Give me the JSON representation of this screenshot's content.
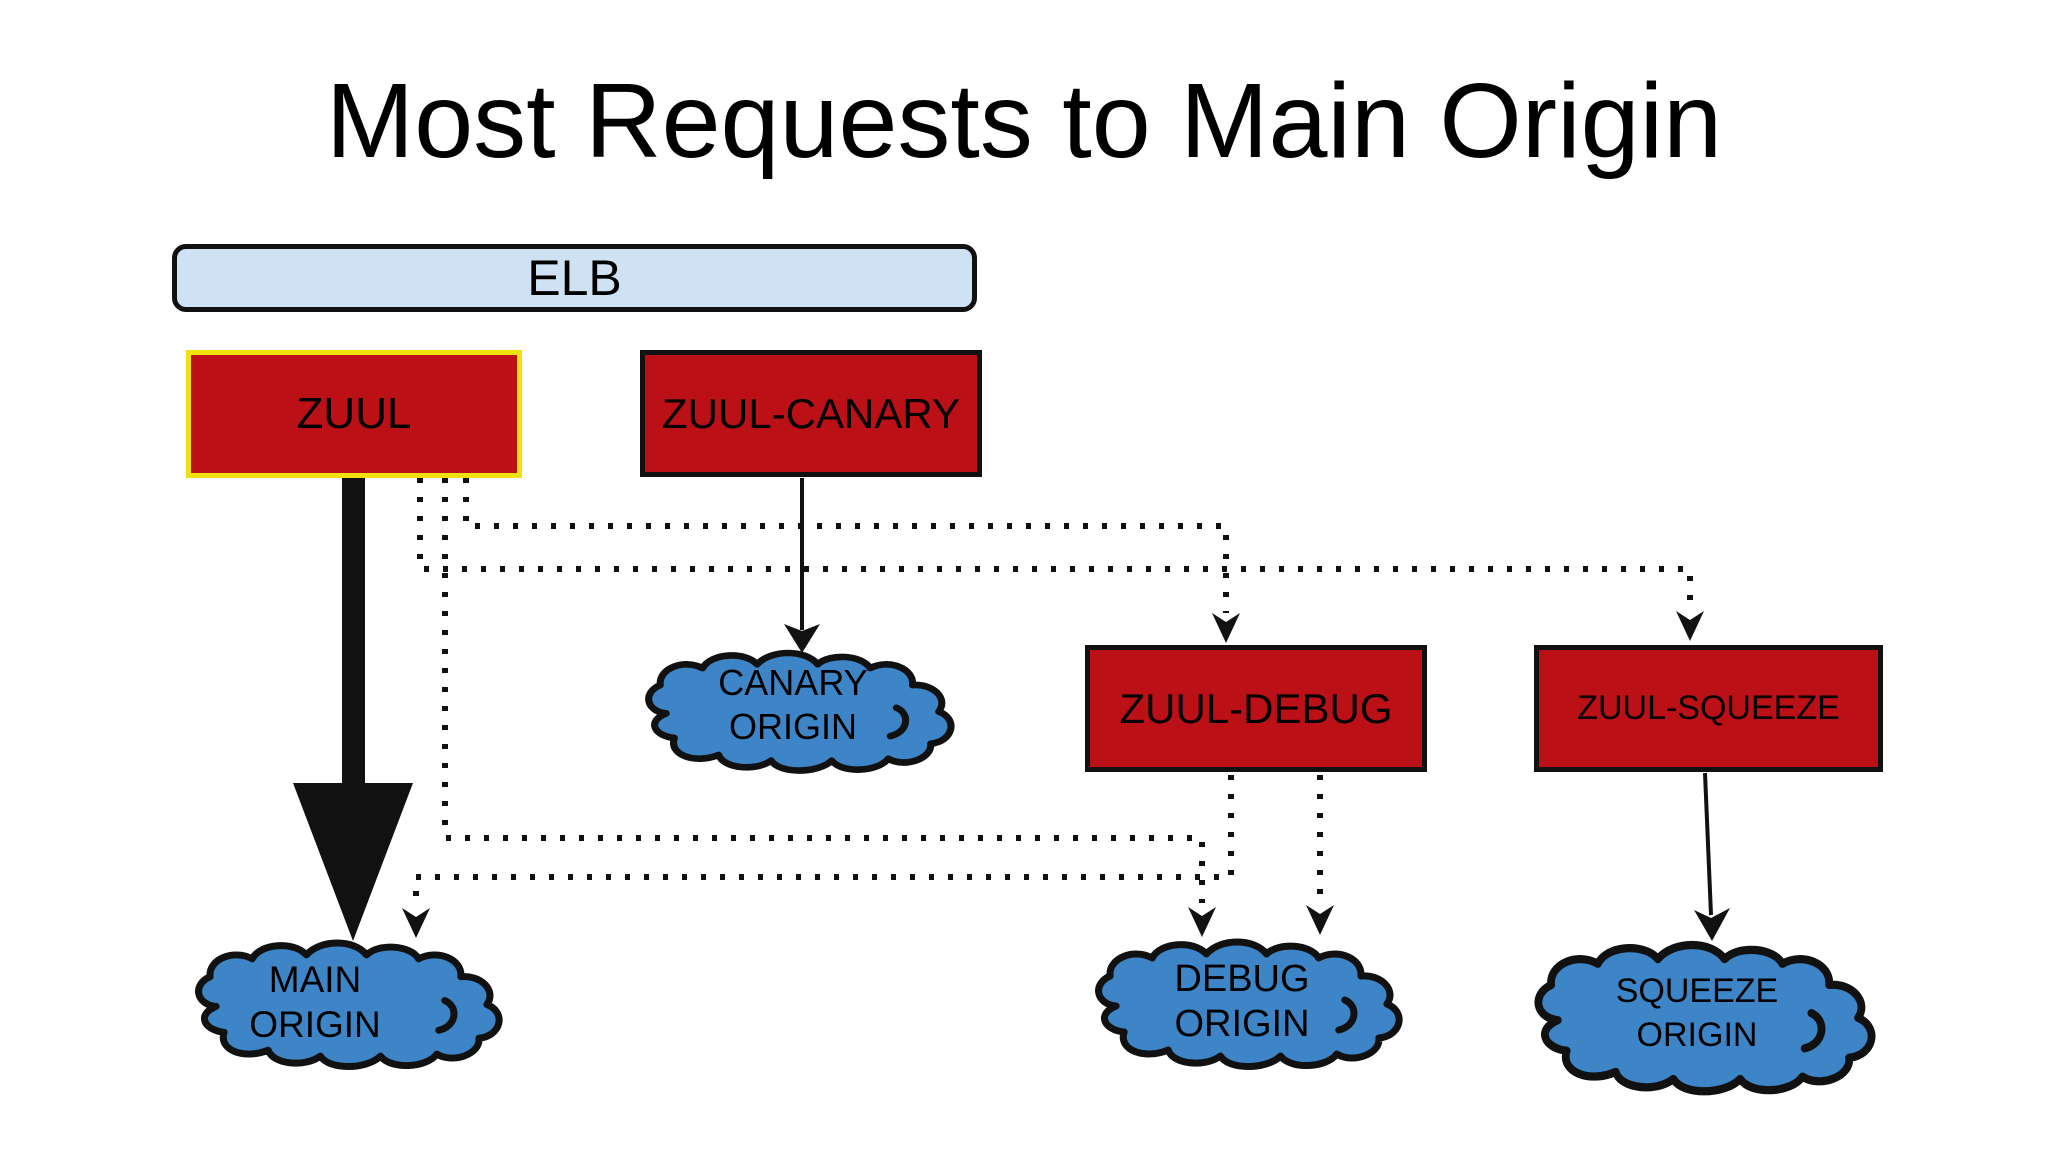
{
  "title": "Most Requests to Main Origin",
  "colors": {
    "box_red": "#bb1016",
    "highlight_yellow": "#f0e20e",
    "elb_fill": "#cfe2f3",
    "cloud_blue": "#3d85c6",
    "outline": "#111111",
    "background": "#ffffff"
  },
  "nodes": {
    "elb": {
      "label": "ELB"
    },
    "zuul": {
      "label": "ZUUL",
      "highlighted": true
    },
    "zuul_canary": {
      "label": "ZUUL-CANARY"
    },
    "zuul_debug": {
      "label": "ZUUL-DEBUG"
    },
    "zuul_squeeze": {
      "label": "ZUUL-SQUEEZE"
    }
  },
  "clouds": {
    "main": {
      "line1": "MAIN",
      "line2": "ORIGIN"
    },
    "canary": {
      "line1": "CANARY",
      "line2": "ORIGIN"
    },
    "debug": {
      "line1": "DEBUG",
      "line2": "ORIGIN"
    },
    "squeeze": {
      "line1": "SQUEEZE",
      "line2": "ORIGIN"
    }
  },
  "edges": [
    {
      "from": "ZUUL",
      "to": "MAIN ORIGIN",
      "style": "solid",
      "weight": "heavy"
    },
    {
      "from": "ZUUL-CANARY",
      "to": "CANARY ORIGIN",
      "style": "solid",
      "weight": "normal"
    },
    {
      "from": "ZUUL-SQUEEZE",
      "to": "SQUEEZE ORIGIN",
      "style": "solid",
      "weight": "normal"
    },
    {
      "from": "ZUUL",
      "to": "ZUUL-DEBUG",
      "style": "dotted"
    },
    {
      "from": "ZUUL",
      "to": "ZUUL-SQUEEZE",
      "style": "dotted"
    },
    {
      "from": "ZUUL",
      "to": "DEBUG ORIGIN",
      "style": "dotted"
    },
    {
      "from": "ZUUL-DEBUG",
      "to": "MAIN ORIGIN",
      "style": "dotted"
    },
    {
      "from": "ZUUL-DEBUG",
      "to": "DEBUG ORIGIN",
      "style": "dotted"
    }
  ]
}
